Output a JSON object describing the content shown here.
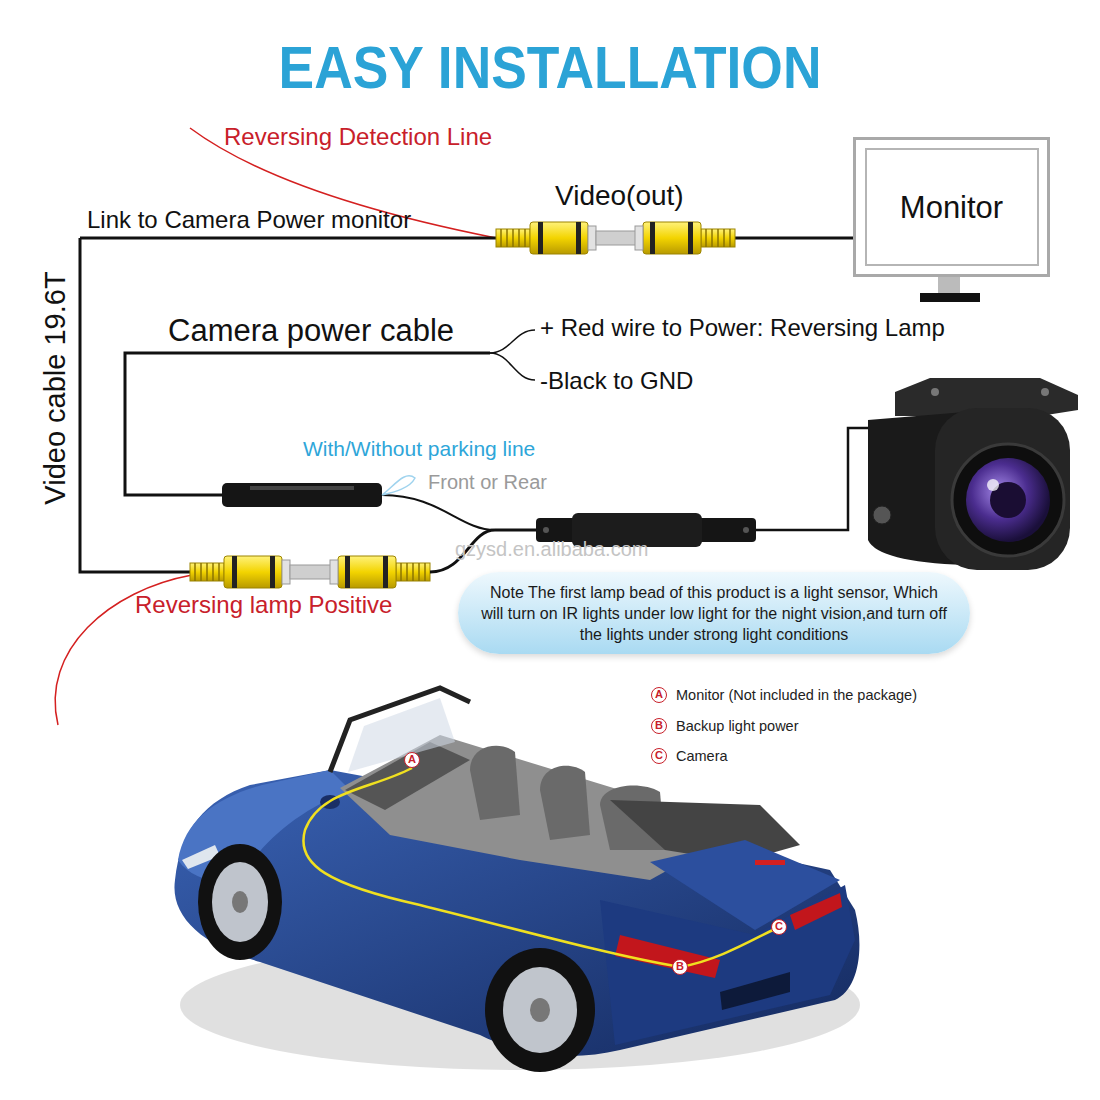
{
  "diagram": {
    "title": "EASY INSTALLATION",
    "nodes": [
      {
        "text": [
          "Monitor"
        ]
      },
      {
        "text": [
          "Note The first lamp bead of this product is a light sensor, Which will turn on IR lights under low light for the night vision,and turn off the lights under strong light conditions"
        ]
      }
    ],
    "labels": [
      "Reversing Detection Line",
      "Link to Camera Power monitor",
      "Video(out)",
      "Video cable 19.6T",
      "Camera power cable",
      "+ Red wire to Power: Reversing Lamp",
      "-Black to GND",
      "With/Without parking line",
      "Front or Rear",
      "gzysd.en.alibaba.com",
      "Reversing lamp Positive",
      "A",
      "Monitor (Not included in the package)",
      "B",
      "Backup light power",
      "C",
      "Camera",
      "A",
      "B",
      "C"
    ]
  }
}
